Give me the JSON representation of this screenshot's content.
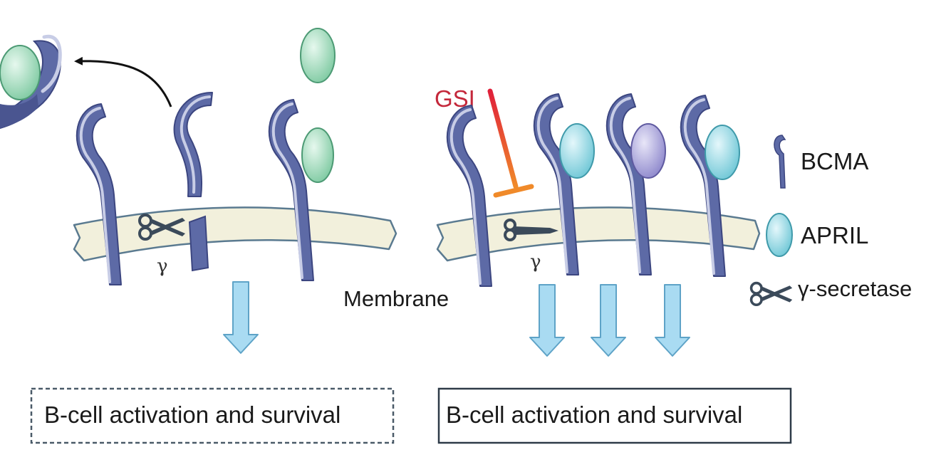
{
  "labels": {
    "membrane": "Membrane",
    "gsi": "GSI",
    "gamma_left": "γ",
    "gamma_right": "γ"
  },
  "outcomes": {
    "left": "B-cell activation and survival",
    "right": "B-cell activation and survival"
  },
  "legend": {
    "bcma": "BCMA",
    "april": "APRIL",
    "gamma_secretase": "γ-secretase"
  },
  "colors": {
    "bcma_fill": "#5d6aa6",
    "bcma_light": "#c8cde6",
    "membrane_fill": "#f2f0dc",
    "membrane_stroke": "#5a7a90",
    "april_green": "#8fd6b0",
    "april_cyan": "#7fd3df",
    "april_purple": "#9d98d6",
    "signal_arrow": "#a9dbf2",
    "inhibitor_top": "#e0203a",
    "inhibitor_bottom": "#f08a2a"
  },
  "icons": [
    "scissors-icon",
    "receptor-icon",
    "ligand-icon"
  ]
}
